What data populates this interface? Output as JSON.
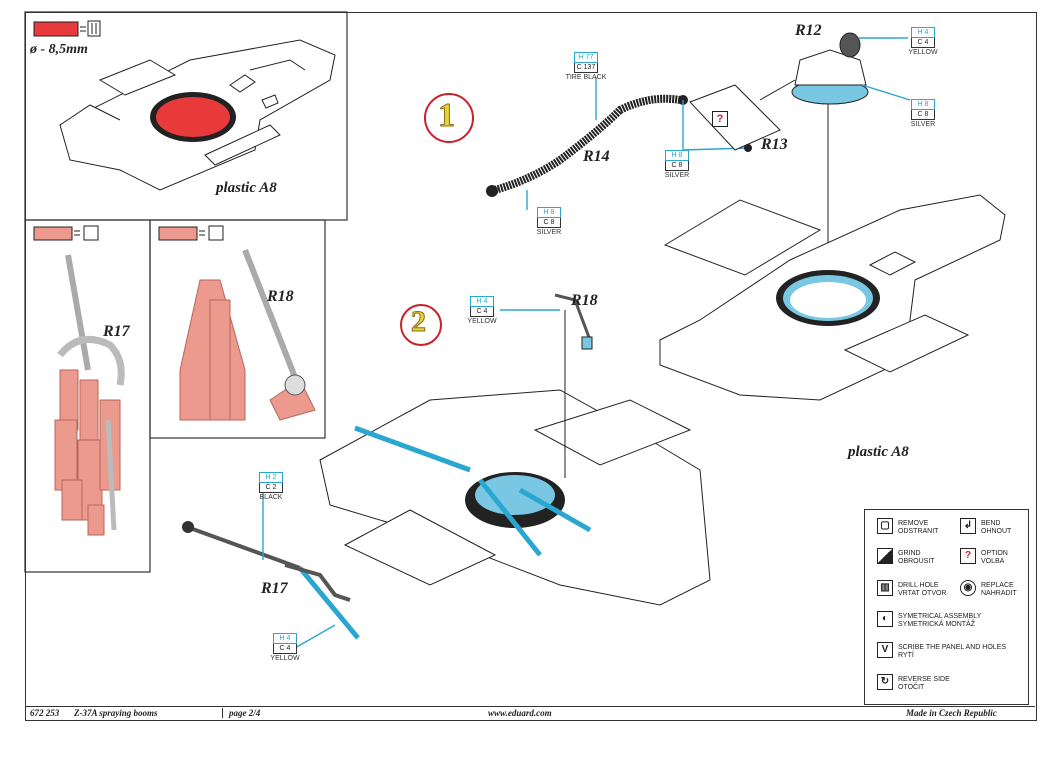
{
  "hole_spec": "ø - 8,5mm",
  "labels": {
    "plastic_inset": "plastic A8",
    "plastic_main": "plastic A8",
    "r12": "R12",
    "r13": "R13",
    "r14": "R14",
    "r18_main": "R18",
    "r18_inset": "R18",
    "r17_main": "R17",
    "r17_inset": "R17",
    "step1": "1",
    "step2": "2"
  },
  "colors": {
    "h77": {
      "code": "H 77",
      "c": "C 137",
      "name": "TIRE BLACK"
    },
    "h8_r14": {
      "code": "H 8",
      "c": "C 8",
      "name": "SILVER"
    },
    "h8_r13": {
      "code": "H 8",
      "c": "C 8",
      "name": "SILVER"
    },
    "h4_r12": {
      "code": "H 4",
      "c": "C 4",
      "name": "YELLOW"
    },
    "h8_r12": {
      "code": "H 8",
      "c": "C 8",
      "name": "SILVER"
    },
    "h4_r18": {
      "code": "H 4",
      "c": "C 4",
      "name": "YELLOW"
    },
    "h2_r17": {
      "code": "H 2",
      "c": "C 2",
      "name": "BLACK"
    },
    "h4_r17": {
      "code": "H 4",
      "c": "C 4",
      "name": "YELLOW"
    }
  },
  "option_mark": "?",
  "legend": [
    {
      "icon": "remove-icon",
      "en": "REMOVE",
      "cz": "ODSTRANIT"
    },
    {
      "icon": "bend-icon",
      "en": "BEND",
      "cz": "OHNOUT"
    },
    {
      "icon": "grind-icon",
      "en": "GRIND",
      "cz": "OBROUSIT"
    },
    {
      "icon": "option-icon",
      "glyph": "?",
      "en": "OPTION",
      "cz": "VOLBA"
    },
    {
      "icon": "drill-hole-icon",
      "en": "DRILL HOLE",
      "cz": "VRTAT OTVOR"
    },
    {
      "icon": "replace-icon",
      "en": "REPLACE",
      "cz": "NAHRADIT"
    },
    {
      "icon": "symmetrical-assembly-icon",
      "en": "SYMETRICAL ASSEMBLY",
      "cz": "SYMETRICKÁ MONTÁŽ"
    },
    {
      "icon": "scribe-icon",
      "glyph": "V",
      "en": "SCRIBE THE PANEL AND HOLES",
      "cz": "RYTÍ"
    },
    {
      "icon": "reverse-side-icon",
      "en": "REVERSE SIDE",
      "cz": "OTOČIT"
    }
  ],
  "footer": {
    "code": "672 253",
    "title": "Z-37A spraying booms",
    "page": "page 2/4",
    "url": "www.eduard.com",
    "made": "Made in Czech Republic"
  },
  "accent": {
    "blue": "#2aa7d0",
    "red": "#e83a3a",
    "salmon": "#ec9a8e",
    "step_red": "#c9202a",
    "step_yellow": "#e8d43a"
  }
}
